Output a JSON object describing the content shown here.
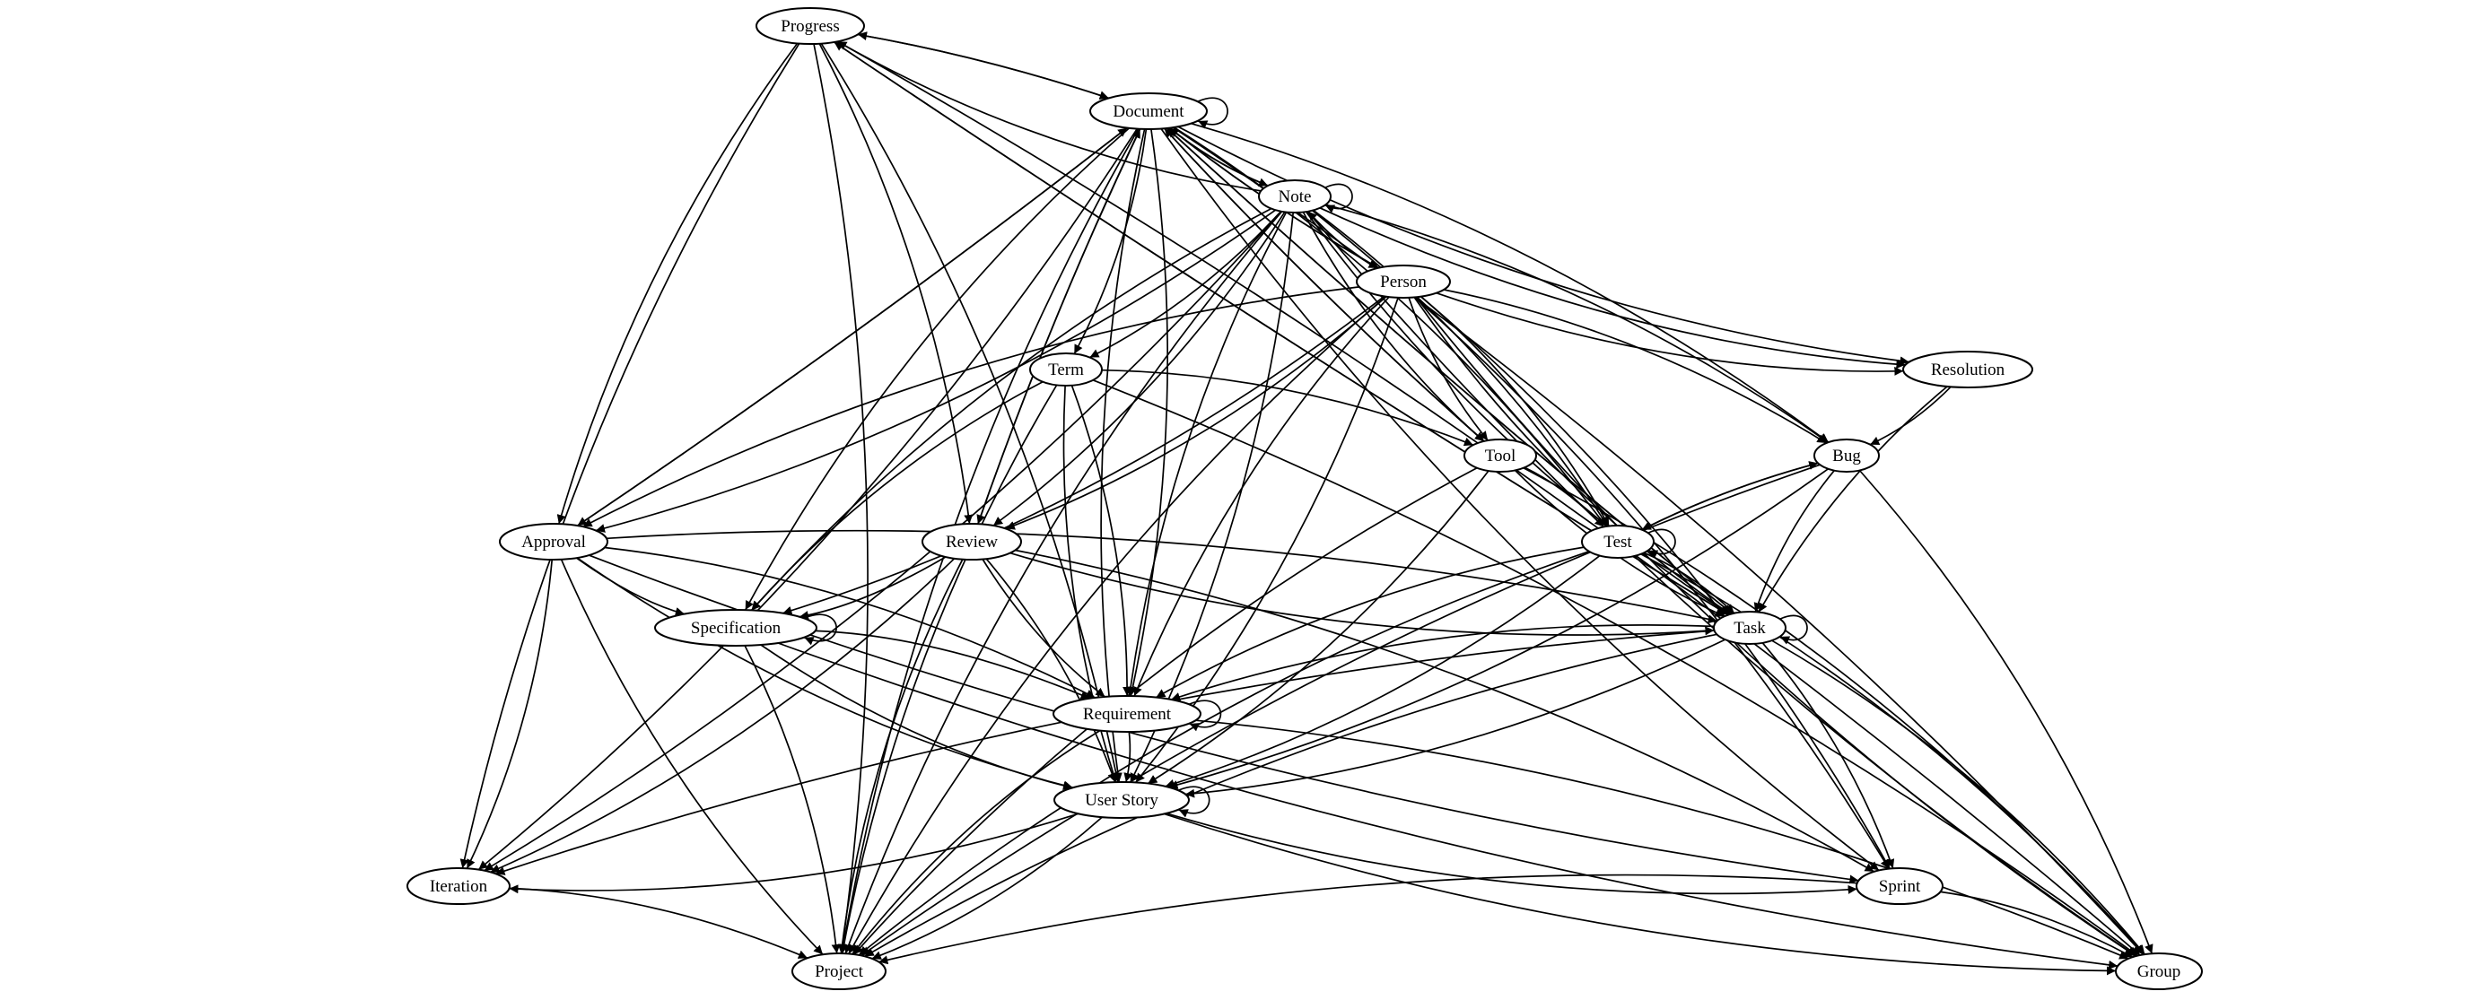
{
  "diagram": {
    "type": "directed-graph",
    "nodes": [
      {
        "id": "progress",
        "label": "Progress"
      },
      {
        "id": "document",
        "label": "Document"
      },
      {
        "id": "note",
        "label": "Note"
      },
      {
        "id": "person",
        "label": "Person"
      },
      {
        "id": "term",
        "label": "Term"
      },
      {
        "id": "resolution",
        "label": "Resolution"
      },
      {
        "id": "tool",
        "label": "Tool"
      },
      {
        "id": "bug",
        "label": "Bug"
      },
      {
        "id": "approval",
        "label": "Approval"
      },
      {
        "id": "review",
        "label": "Review"
      },
      {
        "id": "test",
        "label": "Test"
      },
      {
        "id": "specification",
        "label": "Specification"
      },
      {
        "id": "task",
        "label": "Task"
      },
      {
        "id": "requirement",
        "label": "Requirement"
      },
      {
        "id": "user_story",
        "label": "User Story"
      },
      {
        "id": "iteration",
        "label": "Iteration"
      },
      {
        "id": "sprint",
        "label": "Sprint"
      },
      {
        "id": "project",
        "label": "Project"
      },
      {
        "id": "group",
        "label": "Group"
      }
    ],
    "edges": [
      [
        "progress",
        "document"
      ],
      [
        "document",
        "progress"
      ],
      [
        "note",
        "progress"
      ],
      [
        "task",
        "progress"
      ],
      [
        "progress",
        "project"
      ],
      [
        "progress",
        "iteration"
      ],
      [
        "progress",
        "user_story"
      ],
      [
        "progress",
        "approval"
      ],
      [
        "progress",
        "review"
      ],
      [
        "progress",
        "task"
      ],
      [
        "progress",
        "group"
      ],
      [
        "document",
        "document"
      ],
      [
        "document",
        "note"
      ],
      [
        "note",
        "document"
      ],
      [
        "document",
        "person"
      ],
      [
        "person",
        "document"
      ],
      [
        "document",
        "tool"
      ],
      [
        "tool",
        "document"
      ],
      [
        "document",
        "term"
      ],
      [
        "document",
        "review"
      ],
      [
        "review",
        "document"
      ],
      [
        "document",
        "approval"
      ],
      [
        "approval",
        "document"
      ],
      [
        "document",
        "specification"
      ],
      [
        "document",
        "requirement"
      ],
      [
        "document",
        "user_story"
      ],
      [
        "document",
        "test"
      ],
      [
        "document",
        "resolution"
      ],
      [
        "document",
        "bug"
      ],
      [
        "document",
        "task"
      ],
      [
        "task",
        "document"
      ],
      [
        "document",
        "sprint"
      ],
      [
        "document",
        "group"
      ],
      [
        "document",
        "project"
      ],
      [
        "document",
        "iteration"
      ],
      [
        "note",
        "note"
      ],
      [
        "note",
        "person"
      ],
      [
        "person",
        "note"
      ],
      [
        "note",
        "term"
      ],
      [
        "note",
        "tool"
      ],
      [
        "note",
        "test"
      ],
      [
        "note",
        "task"
      ],
      [
        "note",
        "bug"
      ],
      [
        "note",
        "resolution"
      ],
      [
        "note",
        "sprint"
      ],
      [
        "note",
        "group"
      ],
      [
        "note",
        "approval"
      ],
      [
        "note",
        "specification"
      ],
      [
        "note",
        "review"
      ],
      [
        "note",
        "requirement"
      ],
      [
        "note",
        "iteration"
      ],
      [
        "note",
        "project"
      ],
      [
        "note",
        "user_story"
      ],
      [
        "person",
        "resolution"
      ],
      [
        "person",
        "bug"
      ],
      [
        "person",
        "tool"
      ],
      [
        "person",
        "test"
      ],
      [
        "person",
        "task"
      ],
      [
        "person",
        "sprint"
      ],
      [
        "person",
        "group"
      ],
      [
        "person",
        "review"
      ],
      [
        "person",
        "requirement"
      ],
      [
        "person",
        "user_story"
      ],
      [
        "person",
        "approval"
      ],
      [
        "person",
        "specification"
      ],
      [
        "person",
        "project"
      ],
      [
        "term",
        "tool"
      ],
      [
        "term",
        "specification"
      ],
      [
        "term",
        "requirement"
      ],
      [
        "term",
        "user_story"
      ],
      [
        "term",
        "group"
      ],
      [
        "term",
        "project"
      ],
      [
        "resolution",
        "bug"
      ],
      [
        "resolution",
        "task"
      ],
      [
        "tool",
        "test"
      ],
      [
        "tool",
        "task"
      ],
      [
        "tool",
        "user_story"
      ],
      [
        "tool",
        "project"
      ],
      [
        "tool",
        "group"
      ],
      [
        "bug",
        "test"
      ],
      [
        "test",
        "bug"
      ],
      [
        "bug",
        "task"
      ],
      [
        "bug",
        "user_story"
      ],
      [
        "bug",
        "project"
      ],
      [
        "bug",
        "group"
      ],
      [
        "approval",
        "specification"
      ],
      [
        "approval",
        "requirement"
      ],
      [
        "approval",
        "user_story"
      ],
      [
        "approval",
        "iteration"
      ],
      [
        "approval",
        "project"
      ],
      [
        "approval",
        "task"
      ],
      [
        "approval",
        "sprint"
      ],
      [
        "review",
        "specification"
      ],
      [
        "review",
        "requirement"
      ],
      [
        "review",
        "user_story"
      ],
      [
        "review",
        "task"
      ],
      [
        "review",
        "sprint"
      ],
      [
        "review",
        "project"
      ],
      [
        "review",
        "iteration"
      ],
      [
        "test",
        "test"
      ],
      [
        "test",
        "task"
      ],
      [
        "test",
        "requirement"
      ],
      [
        "test",
        "user_story"
      ],
      [
        "test",
        "project"
      ],
      [
        "test",
        "group"
      ],
      [
        "specification",
        "specification"
      ],
      [
        "specification",
        "requirement"
      ],
      [
        "specification",
        "user_story"
      ],
      [
        "specification",
        "project"
      ],
      [
        "specification",
        "group"
      ],
      [
        "task",
        "task"
      ],
      [
        "task",
        "requirement"
      ],
      [
        "task",
        "user_story"
      ],
      [
        "task",
        "iteration"
      ],
      [
        "task",
        "sprint"
      ],
      [
        "task",
        "project"
      ],
      [
        "task",
        "group"
      ],
      [
        "requirement",
        "requirement"
      ],
      [
        "requirement",
        "user_story"
      ],
      [
        "requirement",
        "project"
      ],
      [
        "requirement",
        "group"
      ],
      [
        "user_story",
        "user_story"
      ],
      [
        "user_story",
        "iteration"
      ],
      [
        "user_story",
        "sprint"
      ],
      [
        "user_story",
        "project"
      ],
      [
        "user_story",
        "group"
      ],
      [
        "iteration",
        "project"
      ],
      [
        "sprint",
        "project"
      ],
      [
        "sprint",
        "group"
      ]
    ]
  }
}
